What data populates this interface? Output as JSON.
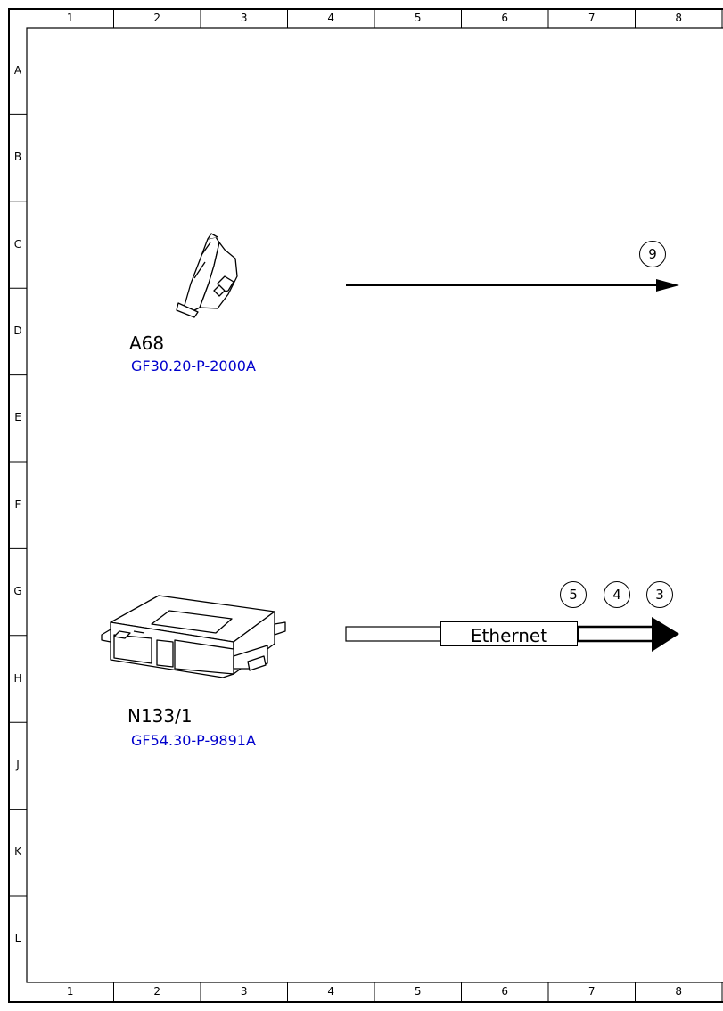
{
  "frame": {
    "columns": [
      "1",
      "2",
      "3",
      "4",
      "5",
      "6",
      "7",
      "8"
    ],
    "rows": [
      "A",
      "B",
      "C",
      "D",
      "E",
      "F",
      "G",
      "H",
      "J",
      "K",
      "L"
    ]
  },
  "components": [
    {
      "id": "A68",
      "link": "GF30.20-P-2000A"
    },
    {
      "id": "N133/1",
      "link": "GF54.30-P-9891A"
    }
  ],
  "connections": [
    {
      "refs": [
        "9"
      ],
      "label": ""
    },
    {
      "refs": [
        "5",
        "4",
        "3"
      ],
      "label": "Ethernet"
    }
  ]
}
